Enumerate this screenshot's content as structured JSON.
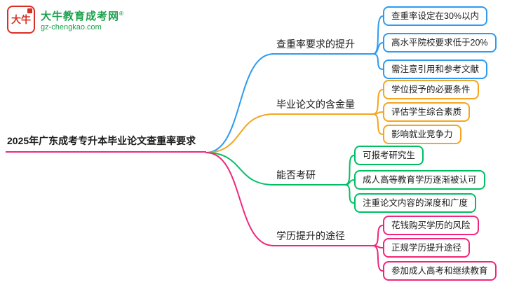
{
  "logo": {
    "icon_text": "大牛",
    "name": "大牛教育成考网",
    "reg_mark": "®",
    "url": "gz-chengkao.com",
    "brand_green": "#1ea14e",
    "brand_red": "#d93025"
  },
  "center": {
    "title": "2025年广东成考专升本毕业论文查重率要求",
    "color": "#f0267c"
  },
  "branches": [
    {
      "label": "查重率要求的提升",
      "color": "#2e9bf0",
      "children": [
        "查重率设定在30%以内",
        "高水平院校要求低于20%",
        "需注意引用和参考文献"
      ]
    },
    {
      "label": "毕业论文的含金量",
      "color": "#f5a51f",
      "children": [
        "学位授予的必要条件",
        "评估学生综合素质",
        "影响就业竞争力"
      ]
    },
    {
      "label": "能否考研",
      "color": "#00bf63",
      "children": [
        "可报考研究生",
        "成人高等教育学历逐渐被认可",
        "注重论文内容的深度和广度"
      ]
    },
    {
      "label": "学历提升的途径",
      "color": "#f0267c",
      "children": [
        "花钱购买学历的风险",
        "正规学历提升途径",
        "参加成人高考和继续教育"
      ]
    }
  ]
}
